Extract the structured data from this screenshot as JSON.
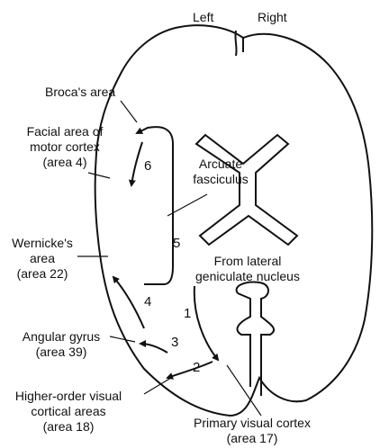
{
  "hemispheres": {
    "left": "Left",
    "right": "Right"
  },
  "labels": {
    "broca": "Broca's area",
    "facial_1": "Facial area of",
    "facial_2": "motor cortex",
    "facial_3": "(area 4)",
    "arcuate_1": "Arcuate",
    "arcuate_2": "fasciculus",
    "wernicke_1": "Wernicke's",
    "wernicke_2": "area",
    "wernicke_3": "(area 22)",
    "lgn_1": "From lateral",
    "lgn_2": "geniculate nucleus",
    "angular_1": "Angular gyrus",
    "angular_2": "(area 39)",
    "higher_1": "Higher-order visual",
    "higher_2": "cortical areas",
    "higher_3": "(area 18)",
    "primary_1": "Primary visual cortex",
    "primary_2": "(area 17)"
  },
  "pathway_steps": [
    "1",
    "2",
    "3",
    "4",
    "5",
    "6"
  ]
}
